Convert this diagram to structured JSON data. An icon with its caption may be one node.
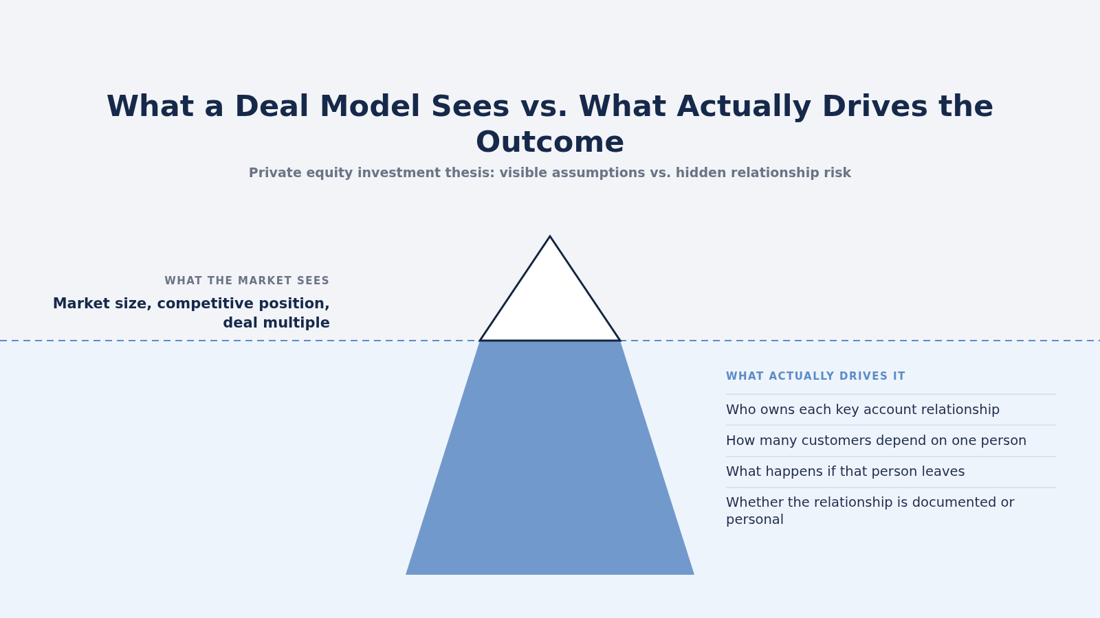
{
  "diagram": {
    "title": "What a Deal Model Sees vs. What Actually Drives the Outcome",
    "labels": [
      "Private equity investment thesis: visible assumptions vs. hidden relationship risk",
      "WHAT THE MARKET SEES",
      "Market size, competitive position, deal multiple",
      "WHAT ACTUALLY DRIVES IT",
      "Who owns each key account relationship",
      "How many customers depend on one person",
      "What happens if that person leaves",
      "Whether the relationship is documented or personal"
    ]
  }
}
